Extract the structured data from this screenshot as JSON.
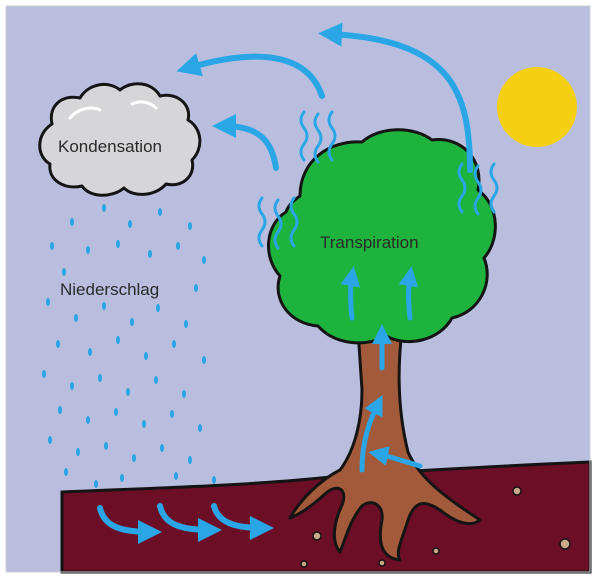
{
  "diagram": {
    "type": "water-cycle",
    "labels": {
      "condensation": "Kondensation",
      "precipitation": "Niederschlag",
      "transpiration": "Transpiration"
    },
    "colors": {
      "sky": "#b9bedf",
      "ground": "#6b0e26",
      "tree_crown": "#1eb33d",
      "trunk": "#a35a3a",
      "water_arrows": "#2aa6e6",
      "sun": "#f5cf12",
      "cloud": "#d6d6d8",
      "outline": "#141414"
    },
    "icons": [
      "cloud-icon",
      "sun-icon",
      "tree-icon",
      "rain-drops-icon",
      "water-arrow-icon"
    ]
  }
}
